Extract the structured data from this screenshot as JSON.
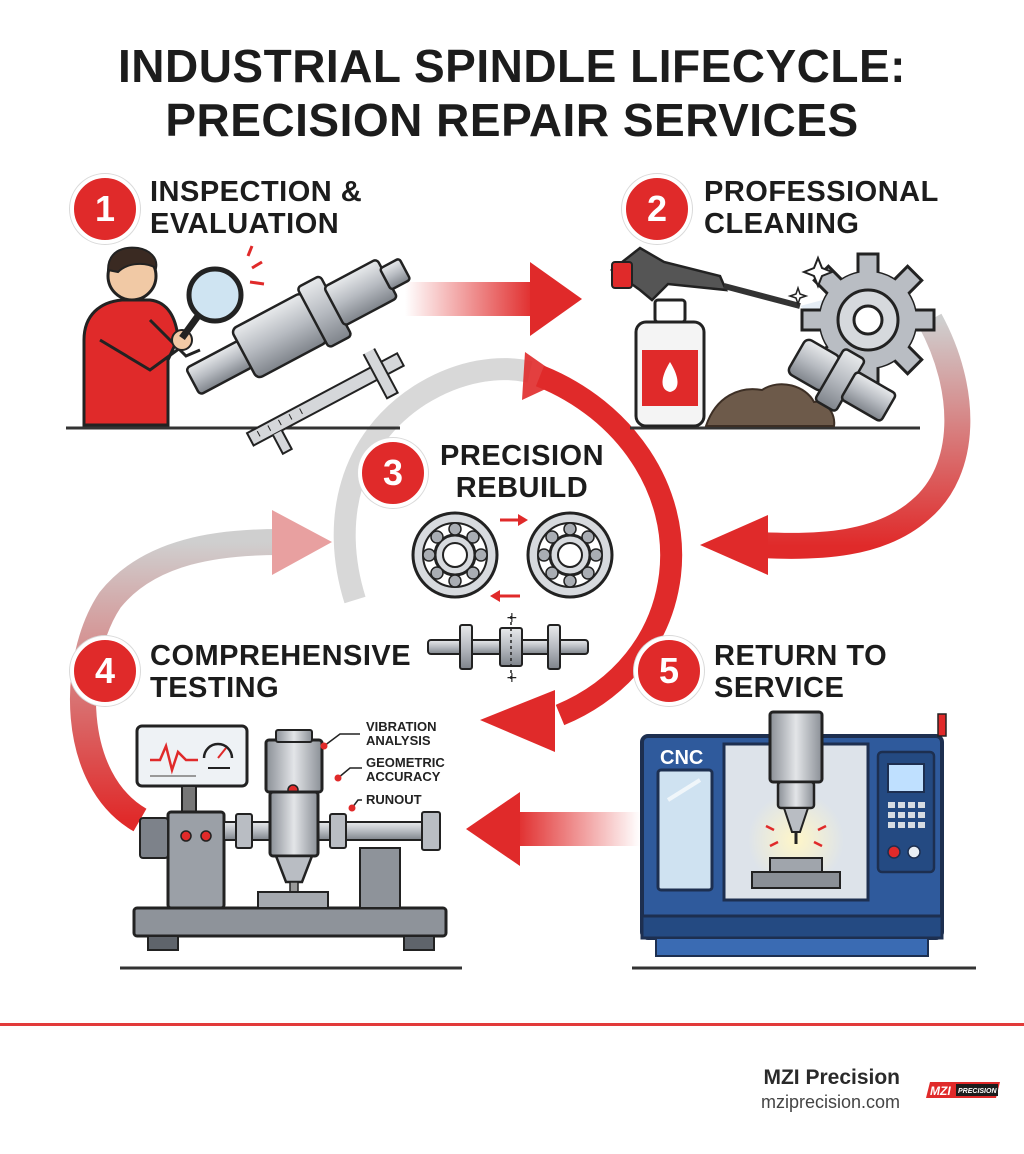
{
  "title": {
    "line1": "INDUSTRIAL SPINDLE LIFECYCLE:",
    "line2": "PRECISION REPAIR SERVICES"
  },
  "steps": [
    {
      "number": "1",
      "line1": "INSPECTION &",
      "line2": "EVALUATION"
    },
    {
      "number": "2",
      "line1": "PROFESSIONAL",
      "line2": "CLEANING"
    },
    {
      "number": "3",
      "line1": "PRECISION",
      "line2": "REBUILD"
    },
    {
      "number": "4",
      "line1": "COMPREHENSIVE",
      "line2": "TESTING"
    },
    {
      "number": "5",
      "line1": "RETURN TO",
      "line2": "SERVICE"
    }
  ],
  "testing_callouts": {
    "vibration_1": "VIBRATION",
    "vibration_2": "ANALYSIS",
    "geometric_1": "GEOMETRIC",
    "geometric_2": "ACCURACY",
    "runout": "RUNOUT"
  },
  "machine_label": "CNC",
  "footer": {
    "brand": "MZI Precision",
    "url": "mziprecision.com",
    "logo_text_1": "MZI",
    "logo_text_2": "PRECISION"
  },
  "colors": {
    "accent": "#e02a2a",
    "machine_blue": "#2f5a9c",
    "steel": "#b8bcc2",
    "text": "#1c1c1c"
  }
}
